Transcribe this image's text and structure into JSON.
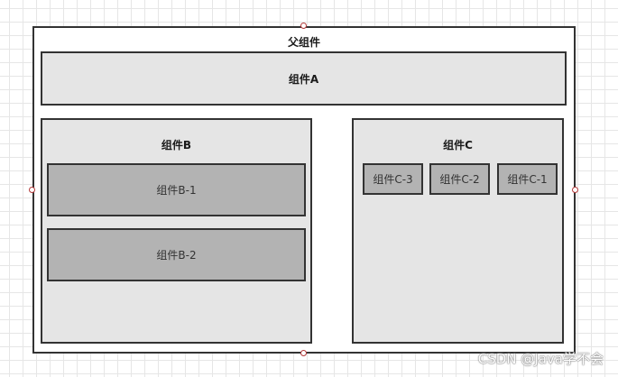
{
  "parent": {
    "title": "父组件"
  },
  "component_a": {
    "label": "组件A"
  },
  "component_b": {
    "title": "组件B",
    "children": [
      "组件B-1",
      "组件B-2"
    ]
  },
  "component_c": {
    "title": "组件C",
    "children": [
      "组件C-3",
      "组件C-2",
      "组件C-1"
    ]
  },
  "watermark": "CSDN @Java学不会",
  "colors": {
    "border": "#333333",
    "light_fill": "#e5e5e5",
    "dark_fill": "#b3b3b3",
    "handle": "#b33a3a"
  }
}
